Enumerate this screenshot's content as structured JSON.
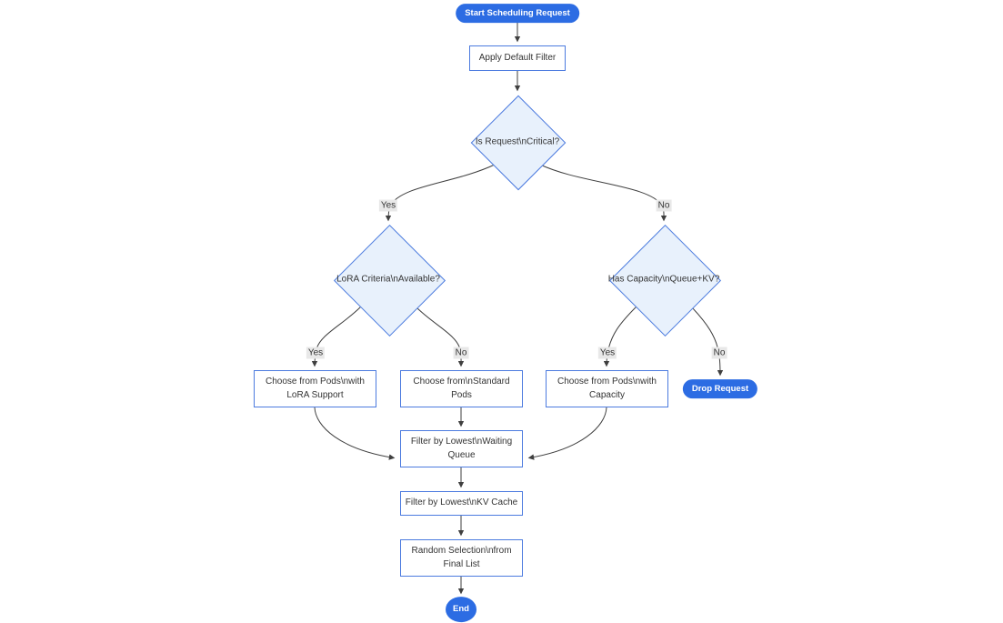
{
  "diagram": {
    "type": "flowchart",
    "colors": {
      "node_border": "#4c7bdf",
      "diamond_fill": "#e8f1fc",
      "pill_fill": "#2c6ce3",
      "pill_text": "#ffffff",
      "edge_line": "#3f3f3f",
      "label_bg": "#e8e8e8",
      "node_text": "#333333"
    },
    "nodes": {
      "start": {
        "shape": "pill",
        "label": [
          "Start Scheduling Request"
        ]
      },
      "apply_filter": {
        "shape": "rect",
        "label": [
          "Apply Default Filter"
        ]
      },
      "is_critical": {
        "shape": "diamond",
        "label": [
          "Is Request\\nCritical?"
        ]
      },
      "lora_criteria": {
        "shape": "diamond",
        "label": [
          "LoRA Criteria\\nAvailable?"
        ]
      },
      "has_capacity": {
        "shape": "diamond",
        "label": [
          "Has Capacity\\nQueue+KV?"
        ]
      },
      "choose_lora_pods": {
        "shape": "rect",
        "label": [
          "Choose from Pods\\nwith",
          "LoRA Support"
        ]
      },
      "choose_standard_pods": {
        "shape": "rect",
        "label": [
          "Choose from\\nStandard",
          "Pods"
        ]
      },
      "choose_capacity_pods": {
        "shape": "rect",
        "label": [
          "Choose from Pods\\nwith",
          "Capacity"
        ]
      },
      "drop_request": {
        "shape": "pill",
        "label": [
          "Drop Request"
        ]
      },
      "filter_waiting_queue": {
        "shape": "rect",
        "label": [
          "Filter by Lowest\\nWaiting",
          "Queue"
        ]
      },
      "filter_kv_cache": {
        "shape": "rect",
        "label": [
          "Filter by Lowest\\nKV Cache"
        ]
      },
      "random_selection": {
        "shape": "rect",
        "label": [
          "Random Selection\\nfrom",
          "Final List"
        ]
      },
      "end": {
        "shape": "ellipse",
        "label": [
          "End"
        ]
      }
    },
    "edge_labels": [
      {
        "text": "Yes"
      },
      {
        "text": "No"
      },
      {
        "text": "Yes"
      },
      {
        "text": "No"
      },
      {
        "text": "Yes"
      },
      {
        "text": "No"
      }
    ]
  }
}
